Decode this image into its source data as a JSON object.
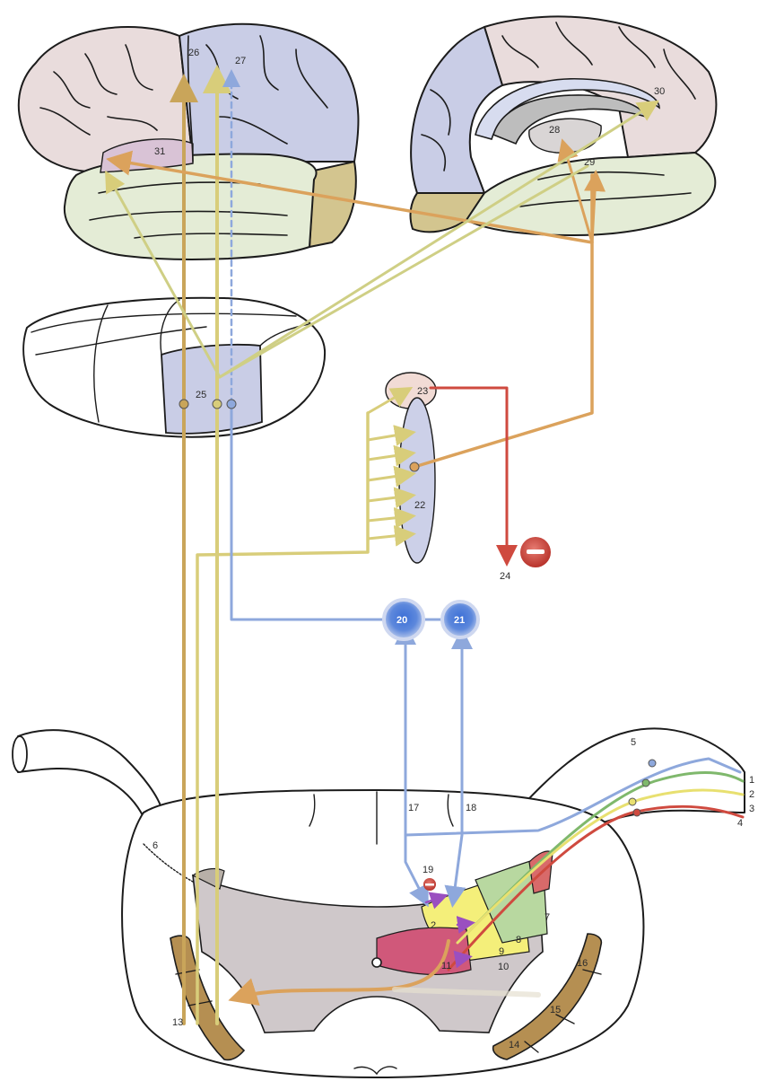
{
  "colors": {
    "tan": "#c9a55a",
    "light_yellow": "#d8cd7a",
    "orange": "#dba25c",
    "blue": "#8ea8dc",
    "red": "#cf4a3f",
    "green": "#7fb86c",
    "yellow": "#e8e070",
    "purple": "#9a4fc0",
    "frontal_pink": "#e9dcdc",
    "parietal_blue": "#c9cde6",
    "temporal_green": "#e4ecd6",
    "occipital_tan": "#d3c58f",
    "grey_matter": "#cfc8ca",
    "magenta": "#d0587a",
    "tract_brown": "#b58f52"
  },
  "labels": {
    "n1": "1",
    "n2": "2",
    "n3": "3",
    "n4": "4",
    "n5": "5",
    "n6": "6",
    "n7": "7",
    "n8": "8",
    "n9": "9",
    "n10": "10",
    "n11": "11",
    "n13": "13",
    "n14": "14",
    "n15": "15",
    "n16": "16",
    "n17": "17",
    "n18": "18",
    "n19": "19",
    "n20": "20",
    "n21": "21",
    "n22": "22",
    "n23": "23",
    "n24": "24",
    "n25": "25",
    "n26": "26",
    "n27": "27",
    "n28": "28",
    "n29": "29",
    "n30": "30",
    "n31": "31"
  },
  "icons": {
    "inhibition_large": "minus-circle-icon",
    "inhibition_small": "minus-circle-icon"
  }
}
